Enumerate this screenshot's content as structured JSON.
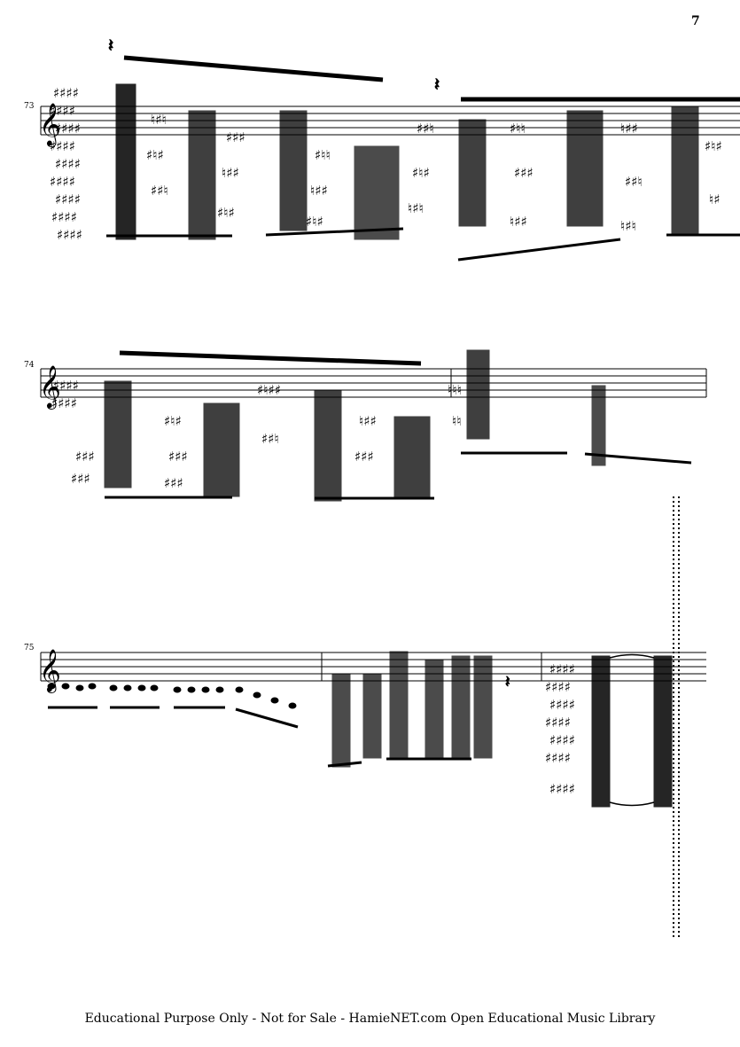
{
  "page": {
    "page_number": "7",
    "footer": "Educational Purpose Only - Not for Sale - HamieNET.com Open Educational Music Library"
  },
  "systems": [
    {
      "measure_number": "73"
    },
    {
      "measure_number": "74"
    },
    {
      "measure_number": "75"
    }
  ]
}
